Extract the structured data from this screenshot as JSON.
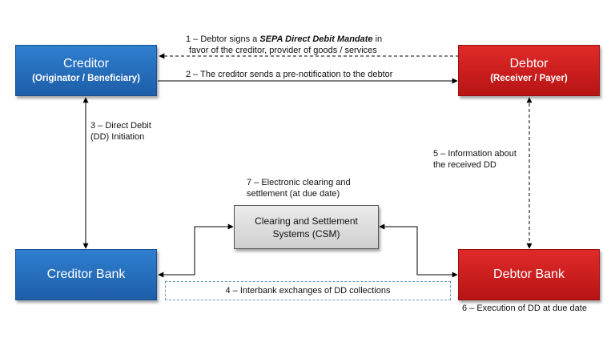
{
  "nodes": {
    "creditor": {
      "title": "Creditor",
      "subtitle": "(Originator / Beneficiary)"
    },
    "debtor": {
      "title": "Debtor",
      "subtitle": "(Receiver / Payer)"
    },
    "creditor_bank": {
      "title": "Creditor Bank"
    },
    "debtor_bank": {
      "title": "Debtor Bank"
    },
    "csm": {
      "line1": "Clearing and Settlement",
      "line2": "Systems (CSM)"
    }
  },
  "flows": {
    "step1": {
      "prefix": "1 – Debtor signs a ",
      "emphasis": "SEPA Direct Debit Mandate",
      "suffix": " in",
      "line2": "favor of the creditor, provider of goods / services"
    },
    "step2": {
      "text": "2 – The creditor sends a pre-notification to the debtor"
    },
    "step3": {
      "line1": "3 – Direct Debit",
      "line2": "(DD) Initiation"
    },
    "step4": {
      "text": "4 – Interbank exchanges of DD collections"
    },
    "step5": {
      "line1": "5 – Information about",
      "line2": "the received DD"
    },
    "step6": {
      "text": "6 – Execution of DD at due date"
    },
    "step7": {
      "line1": "7 – Electronic clearing and",
      "line2": "settlement (at due date)"
    }
  },
  "colors": {
    "creditor_side": "#1d5ea8",
    "debtor_side": "#c41a1a",
    "csm_box": "#d9d9d9",
    "arrows": "#000000",
    "interbank_frame": "#6a9bbf"
  }
}
